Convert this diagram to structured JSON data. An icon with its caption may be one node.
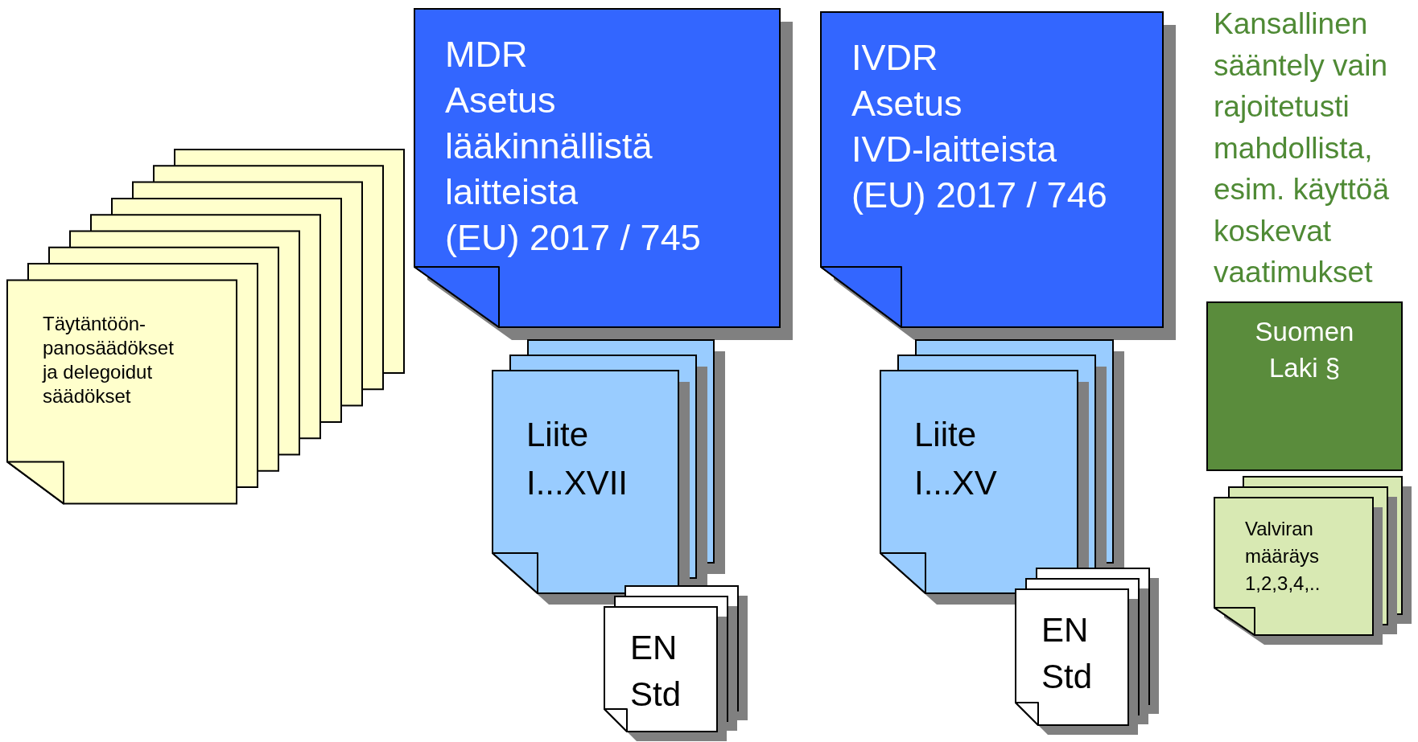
{
  "diagram": {
    "nodes": [
      {
        "text": [
          "Täytäntöön- panosäädökset ja delegoidut säädökset"
        ]
      },
      {
        "text": [
          "MDR",
          "Asetus",
          "lääkinnällistä",
          "laitteista",
          "(EU) 2017 / 745"
        ]
      },
      {
        "text": [
          "Liite I...XVII"
        ]
      },
      {
        "text": [
          "EN Std"
        ]
      },
      {
        "text": [
          "IVDR",
          "Asetus",
          "IVD-laitteista",
          "(EU) 2017 / 746"
        ]
      },
      {
        "text": [
          "Liite I...XV"
        ]
      },
      {
        "text": [
          "EN Std"
        ]
      },
      {
        "text": [
          "Suomen Laki §"
        ]
      },
      {
        "text": [
          "Valviran määräys 1,2,3,4,.."
        ]
      }
    ],
    "edges": [],
    "labels": [
      "Kansallinen sääntely vain rajoitetusti mahdollista, esim. käyttöä koskevat vaatimukset"
    ]
  }
}
